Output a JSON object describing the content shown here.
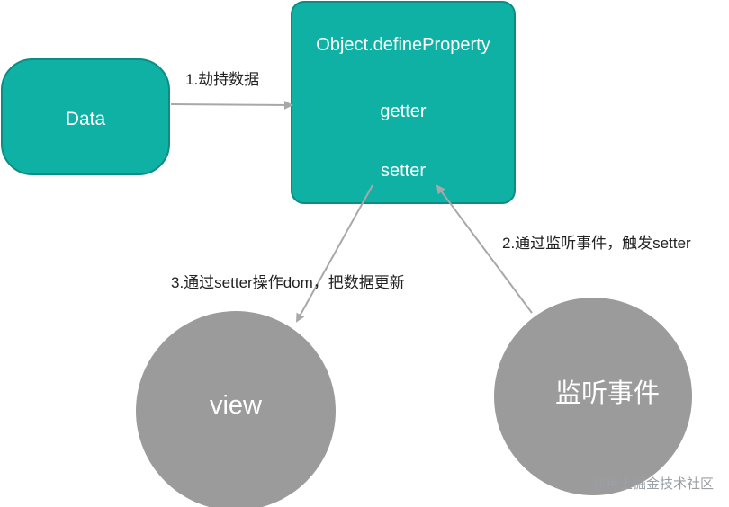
{
  "nodes": {
    "data": {
      "label": "Data"
    },
    "define_property": {
      "title": "Object.defineProperty",
      "getter": "getter",
      "setter": "setter"
    },
    "view": {
      "label": "view"
    },
    "listen_event": {
      "label": "监听事件"
    }
  },
  "edges": {
    "hijack": {
      "label": "1.劫持数据"
    },
    "listen_trigger": {
      "label": "2.通过监听事件，触发setter"
    },
    "update_dom": {
      "label": "3.通过setter操作dom，把数据更新"
    }
  },
  "watermark": {
    "text": "@稀土掘金技术社区"
  },
  "colors": {
    "teal_fill": "#0fb1a4",
    "teal_border": "#0c8d83",
    "gray_fill": "#9b9b9b",
    "arrow": "#a8a8a8"
  }
}
